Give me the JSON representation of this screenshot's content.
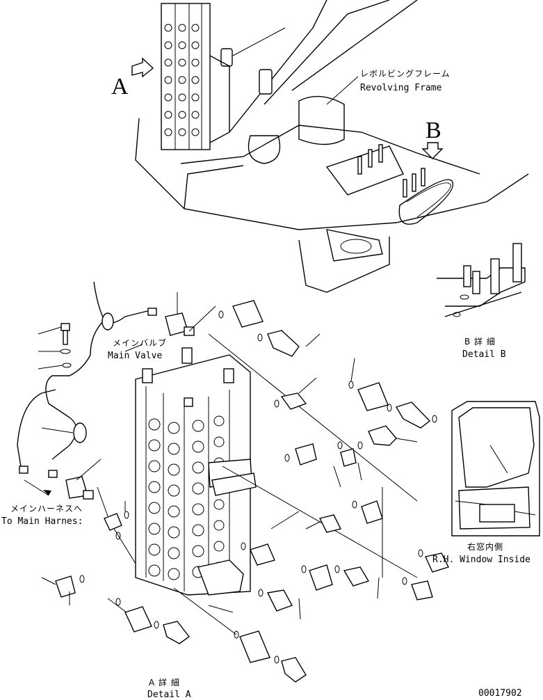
{
  "labels": {
    "view_a": "A",
    "view_b": "B",
    "revolving_frame_jp": "レボルビングフレーム",
    "revolving_frame_en": "Revolving Frame",
    "main_valve_jp": "メインバルブ",
    "main_valve_en": "Main Valve",
    "to_main_harness_jp": "メインハーネスへ",
    "to_main_harness_en": "To Main Harnes:",
    "detail_b_jp": "B 詳 細",
    "detail_b_en": "Detail B",
    "window_inside_jp": "右窓内側",
    "window_inside_en": "R.H. Window Inside",
    "detail_a_jp": "A 詳 細",
    "detail_a_en": "Detail A",
    "drawing_number": "00017902"
  }
}
